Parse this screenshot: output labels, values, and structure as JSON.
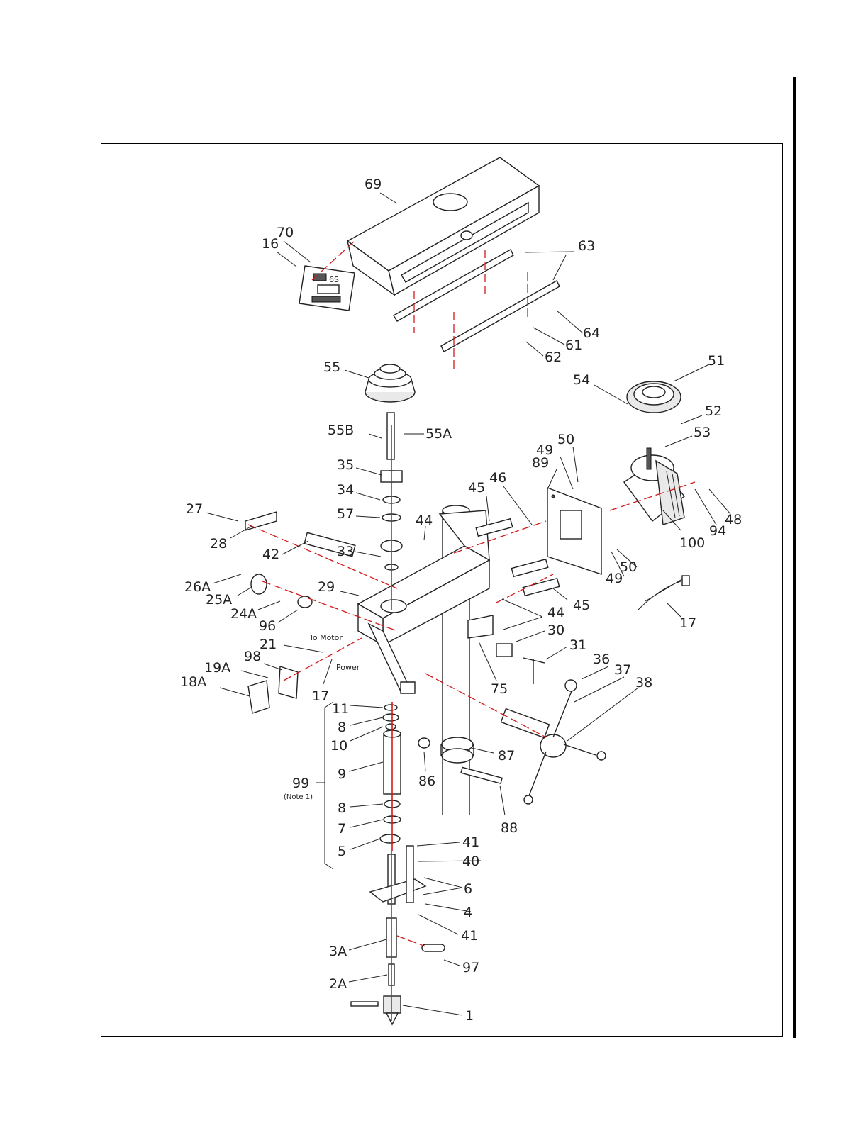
{
  "diagram": {
    "part_labels": [
      "69",
      "70",
      "16",
      "63",
      "64",
      "61",
      "62",
      "55",
      "55B",
      "55A",
      "51",
      "54",
      "52",
      "53",
      "50",
      "49",
      "89",
      "46",
      "45",
      "35",
      "34",
      "57",
      "33",
      "44",
      "27",
      "28",
      "42",
      "26A",
      "25A",
      "24A",
      "96",
      "29",
      "48",
      "94",
      "100",
      "50",
      "49",
      "45",
      "17",
      "44",
      "30",
      "31",
      "21",
      "98",
      "19A",
      "18A",
      "17",
      "75",
      "36",
      "37",
      "38",
      "11",
      "8",
      "10",
      "9",
      "99",
      "8",
      "7",
      "5",
      "87",
      "86",
      "88",
      "41",
      "40",
      "6",
      "4",
      "41",
      "3A",
      "97",
      "2A",
      "1"
    ],
    "annotations": {
      "to_motor": "To Motor",
      "power": "Power",
      "note": "(Note 1)",
      "plate_title": "6S"
    }
  }
}
